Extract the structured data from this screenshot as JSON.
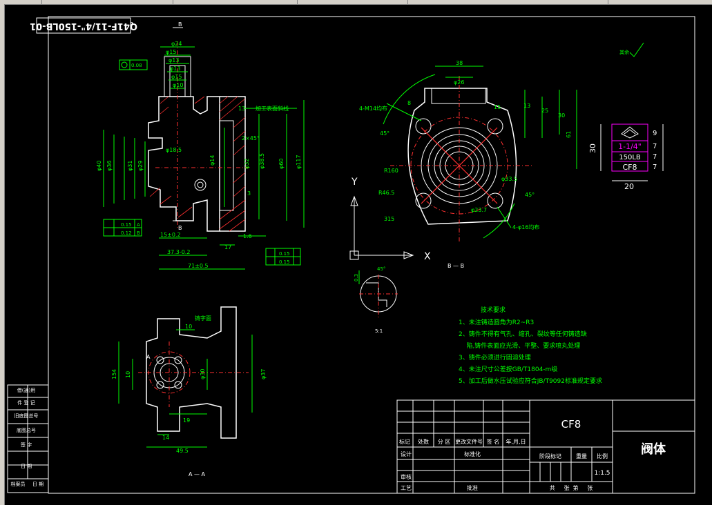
{
  "title_marking": "Q41F-11/4\"-150LB-01",
  "section_labels": {
    "b_top": "B",
    "b_bottom": "B",
    "bb_view": "B — B",
    "aa_view": "A — A",
    "a_mark": "A"
  },
  "front_view_dims": {
    "d24": "φ24",
    "d15": "φ15",
    "d13": "φ13",
    "d13b": "φ13",
    "d15b": "φ15",
    "d10": "φ10",
    "d185": "φ18.5",
    "d14": "φ14",
    "d32": "φ32",
    "d385": "φ38.5",
    "d60": "φ60",
    "d117": "φ117",
    "d40": "φ40",
    "d36": "φ36",
    "d31": "φ31",
    "d29": "φ29",
    "chamfer": "2×45°",
    "len15": "15±0.2",
    "len37": "37.3-0.2",
    "len71": "71±0.5",
    "len17": "17",
    "len16": "1.6",
    "r3": "3",
    "h13": "13",
    "machining_note": "加工表面斜线",
    "tol1": "0.08",
    "tol2": "0.15",
    "tol3": "0.12",
    "tol4": "0.15",
    "tol5": "0.15",
    "datum_a": "A",
    "datum_b": "B"
  },
  "side_view_dims": {
    "d38": "38",
    "d26": "φ26",
    "d8": "8",
    "d13": "13",
    "d25": "25",
    "d30": "30",
    "d61": "61",
    "holes_top": "4-M14均布",
    "holes_bottom": "4-φ16均布",
    "ang45a": "45°",
    "ang45b": "45°",
    "r160": "R160",
    "r465": "R46.5",
    "d315": "315",
    "d237": "φ23.7",
    "d333": "φ33.5",
    "d15": "15",
    "axis_y": "Y",
    "axis_x": "X"
  },
  "detail_dims": {
    "d03": "0.3",
    "d45": "45°",
    "scale": "5:1"
  },
  "marking_plate": {
    "size": "1-1/4\"",
    "pressure": "150LB",
    "material": "CF8",
    "d9": "9",
    "d7a": "7",
    "d7b": "7",
    "d7c": "7",
    "width": "20",
    "height": "30"
  },
  "roughness_note": "其余",
  "bottom_view_dims": {
    "note": "铸字面",
    "d10": "10",
    "d154": "154",
    "d10b": "10",
    "d30": "φ30",
    "d37": "φ37",
    "d19": "19",
    "d14": "14",
    "d495": "49.5"
  },
  "tech_requirements": {
    "heading": "技术要求",
    "items": [
      "1、未注铸造圆角为R2~R3",
      "2、铸件不得有气孔、缩孔、裂纹等任何铸造缺",
      "    陷,铸件表面应光滑、平整、要求喷丸处理",
      "3、铸件必须进行固溶处理",
      "4、未注尺寸公差按GB/T1804-m级",
      "5、加工后做水压试验应符合JB/T9092标准规定要求"
    ]
  },
  "title_block": {
    "material": "CF8",
    "part_name": "阀体",
    "scale": "1:1.5",
    "row_labels": [
      "标记",
      "处数",
      "分 区",
      "更改文件号",
      "签 名",
      "年,月,日"
    ],
    "design": "设计",
    "standardize": "标准化",
    "stage_mark": "阶段标记",
    "weight": "重量",
    "ratio": "比例",
    "review": "审核",
    "process": "工艺",
    "approve": "批准",
    "sheet": "共     张  第     张"
  },
  "left_strip": {
    "items": [
      "借(通)用",
      "件 登 记",
      "旧底图总号",
      "底图总号",
      "签 字",
      "日 期",
      "档案员",
      "日 期"
    ]
  }
}
